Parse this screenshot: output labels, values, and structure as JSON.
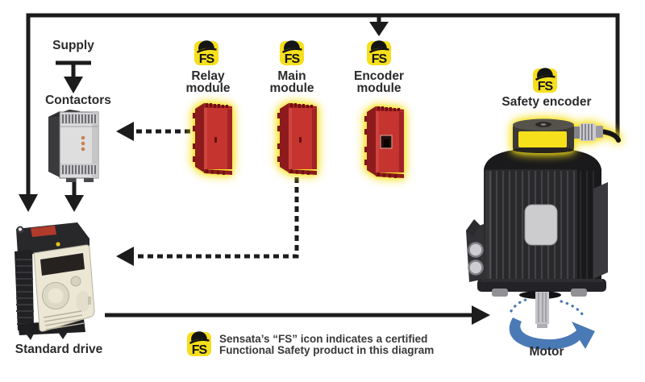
{
  "diagram": {
    "fs_icon_text": "FS",
    "nodes": {
      "supply": {
        "label": "Supply"
      },
      "contactors": {
        "label": "Contactors"
      },
      "relay_module": {
        "label_line1": "Relay",
        "label_line2": "module"
      },
      "main_module": {
        "label_line1": "Main",
        "label_line2": "module"
      },
      "encoder_module": {
        "label_line1": "Encoder",
        "label_line2": "module"
      },
      "safety_encoder": {
        "label": "Safety encoder"
      },
      "standard_drive": {
        "label": "Standard drive"
      },
      "motor": {
        "label": "Motor"
      }
    },
    "legend": {
      "line1": "Sensata’s “FS” icon indicates a certified",
      "line2": "Functional Safety product in this diagram"
    }
  },
  "colors": {
    "fs_yellow": "#F6DF1B",
    "module_red": "#C5342F",
    "rotation_blue": "#4A7AB5",
    "line_black": "#1C1C1C"
  }
}
